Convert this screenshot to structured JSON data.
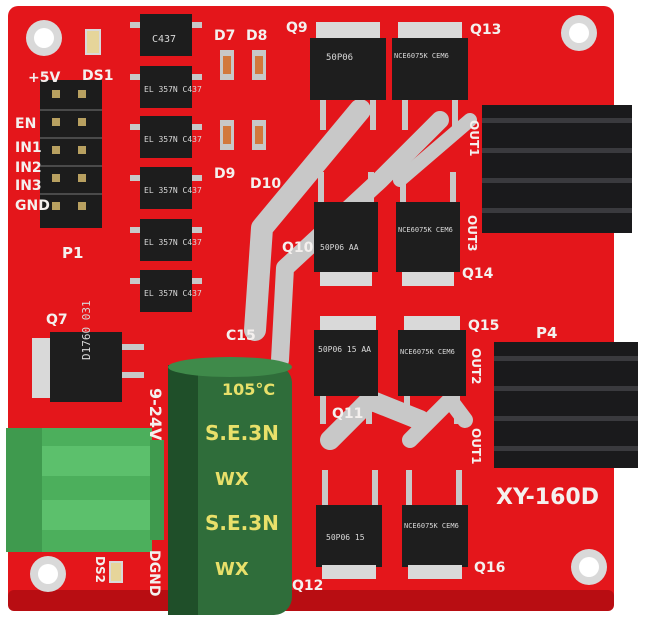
{
  "photo": {
    "board_model": "XY-160D",
    "colors": {
      "pcb": "#e4161b",
      "pcb_dark": "#b80d12",
      "silkscreen": "#f4f0ee",
      "heatsink": "#1a1a1c",
      "capacitor": "#2f6d3a",
      "terminal": "#4caf5c",
      "copper_trace": "#c8c8c8"
    },
    "silkscreen_labels": {
      "q9": "Q9",
      "q13": "Q13",
      "q10": "Q10",
      "q14": "Q14",
      "q11": "Q11",
      "q15": "Q15",
      "q12": "Q12",
      "q16": "Q16",
      "q7": "Q7",
      "d7": "D7",
      "d8": "D8",
      "d9": "D9",
      "d10": "D10",
      "ds1": "DS1",
      "ds2": "DS2",
      "p1": "P1",
      "p4": "P4",
      "c15": "C15",
      "out1_top": "OUT1",
      "out3": "OUT3",
      "out2": "OUT2",
      "out1_bottom": "OUT1",
      "plus5v": "+5V",
      "dgnd": "DGND",
      "v9_24": "9-24V",
      "model": "XY-160D"
    },
    "header_pin_labels": [
      "EN",
      "IN1",
      "IN2",
      "IN3",
      "GND"
    ],
    "optocoupler_labels": [
      "C437",
      "EL 357N C437",
      "EL 357N C437",
      "EL 357N C437",
      "EL 357N C437",
      "EL 357N C437"
    ],
    "mosfet_labels": {
      "q9": "50P06",
      "q13": "NCE6075K CEM6",
      "q10": "50P06 AA",
      "q14": "NCE6075K CEM6",
      "q11": "50P06 15 AA",
      "q15": "NCE6075K CEM6",
      "q12": "50P06 15",
      "q16": "NCE6075K CEM6"
    },
    "regulator_label": "D1760 031",
    "capacitor_text": [
      "105°C",
      "S.E.3N",
      "WX"
    ]
  }
}
